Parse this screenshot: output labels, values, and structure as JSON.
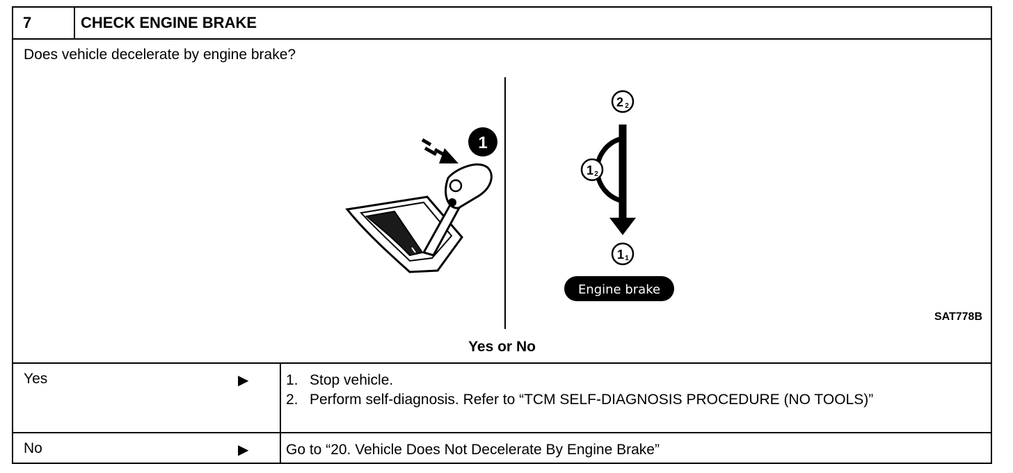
{
  "header": {
    "step": "7",
    "title": "CHECK ENGINE BRAKE"
  },
  "question": "Does vehicle decelerate by engine brake?",
  "figure": {
    "callout": "1",
    "positions": {
      "top": "2",
      "top_sub": "2",
      "mid": "1",
      "mid_sub": "2",
      "bottom": "1",
      "bottom_sub": "1"
    },
    "badge": "Engine brake",
    "code": "SAT778B"
  },
  "yes_or_no_heading": "Yes or No",
  "rows": {
    "yes": {
      "label": "Yes",
      "arrow_icon": "right-triangle-icon",
      "steps": [
        {
          "num": "1.",
          "text": "Stop vehicle."
        },
        {
          "num": "2.",
          "text": "Perform self-diagnosis. Refer to “TCM SELF-DIAGNOSIS PROCEDURE (NO TOOLS)”"
        }
      ]
    },
    "no": {
      "label": "No",
      "arrow_icon": "right-triangle-icon",
      "text": "Go to “20. Vehicle Does Not Decelerate By Engine Brake”"
    }
  }
}
